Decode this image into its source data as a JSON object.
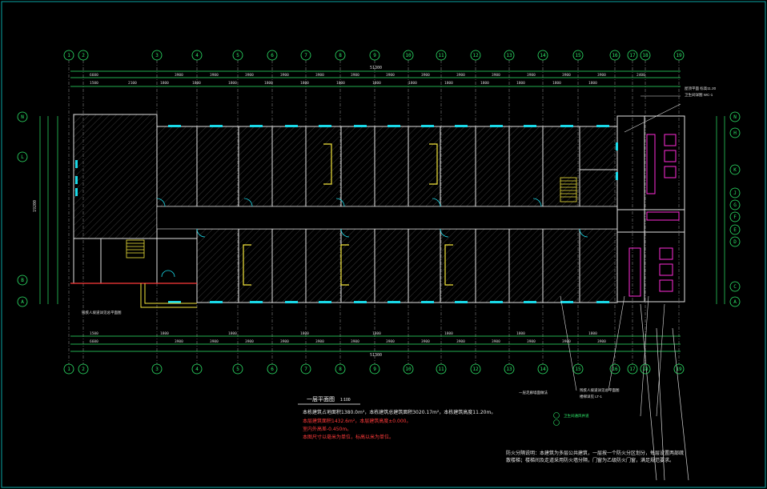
{
  "drawing": {
    "title": "一层平面图",
    "scale": "1:100",
    "overall_dimension_top": "51300",
    "overall_dimension_bottom": "51300",
    "overall_dimension_left": "19200"
  },
  "axes": {
    "columns": [
      "1",
      "2",
      "3",
      "4",
      "5",
      "6",
      "7",
      "8",
      "9",
      "10",
      "11",
      "12",
      "13",
      "14",
      "15",
      "16",
      "17",
      "18",
      "19"
    ],
    "rows_left": [
      "N",
      "L",
      "B",
      "A"
    ],
    "rows_right": [
      "N",
      "H",
      "K",
      "J",
      "G",
      "F",
      "E",
      "D",
      "C",
      "A"
    ]
  },
  "notes": {
    "line1": "本栋建筑占地面积1380.0m²，本栋建筑总建筑面积3020.17m²，本栋建筑高度11.20m。",
    "line2_red": "本层建筑面积1432.6m²，本层建筑高度±0.000。",
    "line3_red": "室内外高差-0.450m。",
    "line4_red": "本图尺寸以毫米为单位，标高以米为单位。",
    "bottom_right": "防火分隔说明：本建筑为多层公共建筑，一层按一个防火分区划分，每层设置两部疏散楼梯；楼梯间及走道采用防火墙分隔，门窗为乙级防火门窗，满足规范要求。"
  },
  "callouts": {
    "ramp_note": "残疾人坡道详见总平面图",
    "ramp_note2": "残疾人坡道详见总平面图",
    "corridor_note": "一层走廊墙面做法",
    "stair_note": "楼梯详见 LT-1",
    "top_right_note": "屋顶平面 标高11.20",
    "top_right_note2": "卫生间详图 WC-1",
    "legend_note": "卫生间通风井道"
  }
}
